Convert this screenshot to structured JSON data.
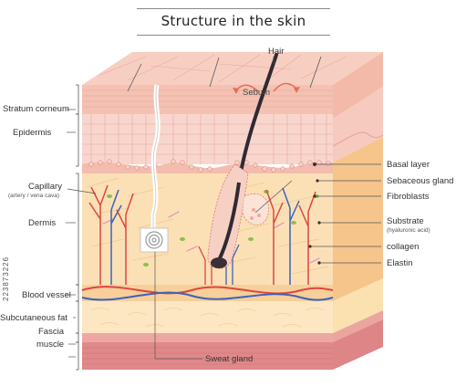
{
  "title": "Structure in the skin",
  "labels": {
    "hair": "Hair",
    "sebum": "Sebum",
    "stratum_corneum": "Stratum corneum",
    "epidermis": "Epidermis",
    "capillary": "Capillary",
    "capillary_note": "(artery / vena cava)",
    "dermis": "Dermis",
    "blood_vessel": "Blood vessel",
    "subcutaneous_fat": "Subcutaneous fat",
    "fascia": "Fascia",
    "muscle": "muscle",
    "sweat_gland": "Sweat gland",
    "basal_layer": "Basal layer",
    "sebaceous_gland": "Sebaceous gland",
    "fibroblasts": "Fibroblasts",
    "substrate": "Substrate",
    "substrate_note": "(hyaluronic acid)",
    "collagen": "collagen",
    "elastin": "Elastin"
  },
  "watermark": "223873226",
  "colors": {
    "stratum": "#f6c3b4",
    "epidermis": "#f8d4cc",
    "dermis": "#fbe0b6",
    "fat": "#fde8c0",
    "fascia": "#f0b0a8",
    "muscle": "#e58a8c",
    "side_dermis": "#f6c58c",
    "artery": "#e0453e",
    "vein": "#3b63b8",
    "hair": "#2f2a33"
  }
}
